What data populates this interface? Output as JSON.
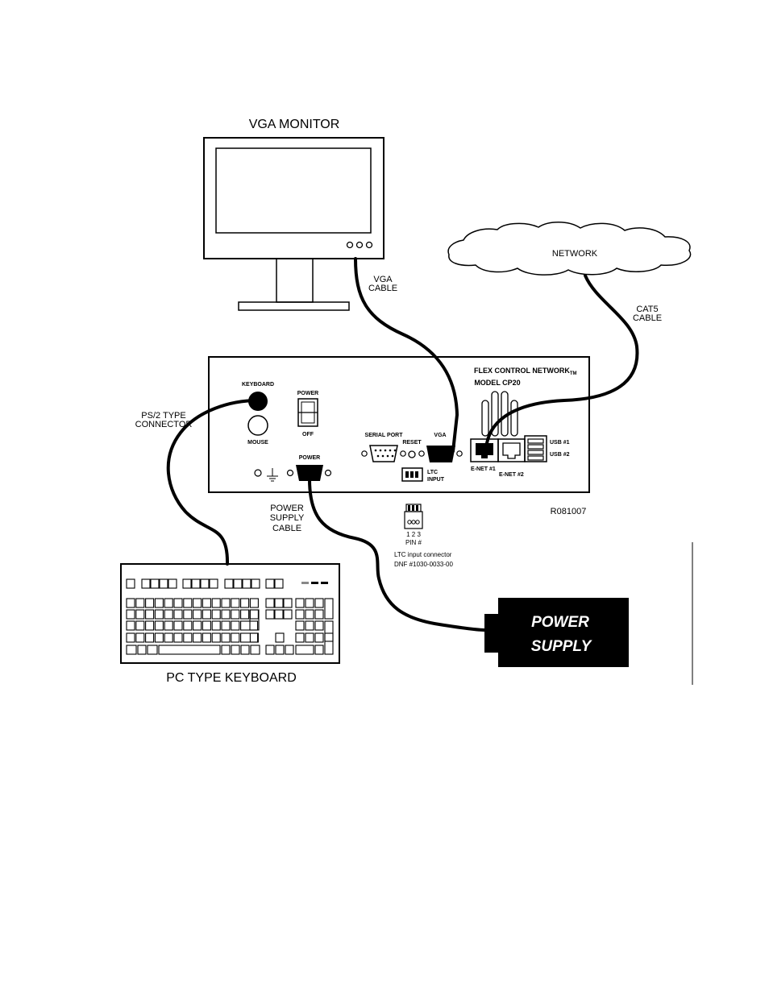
{
  "labels": {
    "monitor": "VGA MONITOR",
    "vga_cable": [
      "VGA",
      "CABLE"
    ],
    "network": "NETWORK",
    "cat5_cable": [
      "CAT5",
      "CABLE"
    ],
    "ps2": [
      "PS/2 TYPE",
      "CONNECTOR"
    ],
    "device_title": "FLEX CONTROL NETWORK",
    "trademark": "TM",
    "device_model": "MODEL CP20",
    "keyboard_port": "KEYBOARD",
    "mouse_port": "MOUSE",
    "power_switch_top": "POWER",
    "power_switch_bottom": "OFF",
    "power_port": "POWER",
    "serial_port": "SERIAL PORT",
    "reset": "RESET",
    "vga_port": "VGA",
    "enet1": "E-NET #1",
    "enet2": "E-NET #2",
    "usb1": "USB #1",
    "usb2": "USB #2",
    "ltc_input": [
      "LTC",
      "INPUT"
    ],
    "power_supply_cable": [
      "POWER",
      "SUPPLY",
      "CABLE"
    ],
    "rev": "R081007",
    "pin_numbers": "1 2 3",
    "pin_label": "PIN #",
    "ltc_connector": "LTC input connector",
    "dnf_part": "DNF #1030-0033-00",
    "power_supply": [
      "POWER",
      "SUPPLY"
    ],
    "keyboard": "PC TYPE KEYBOARD"
  }
}
